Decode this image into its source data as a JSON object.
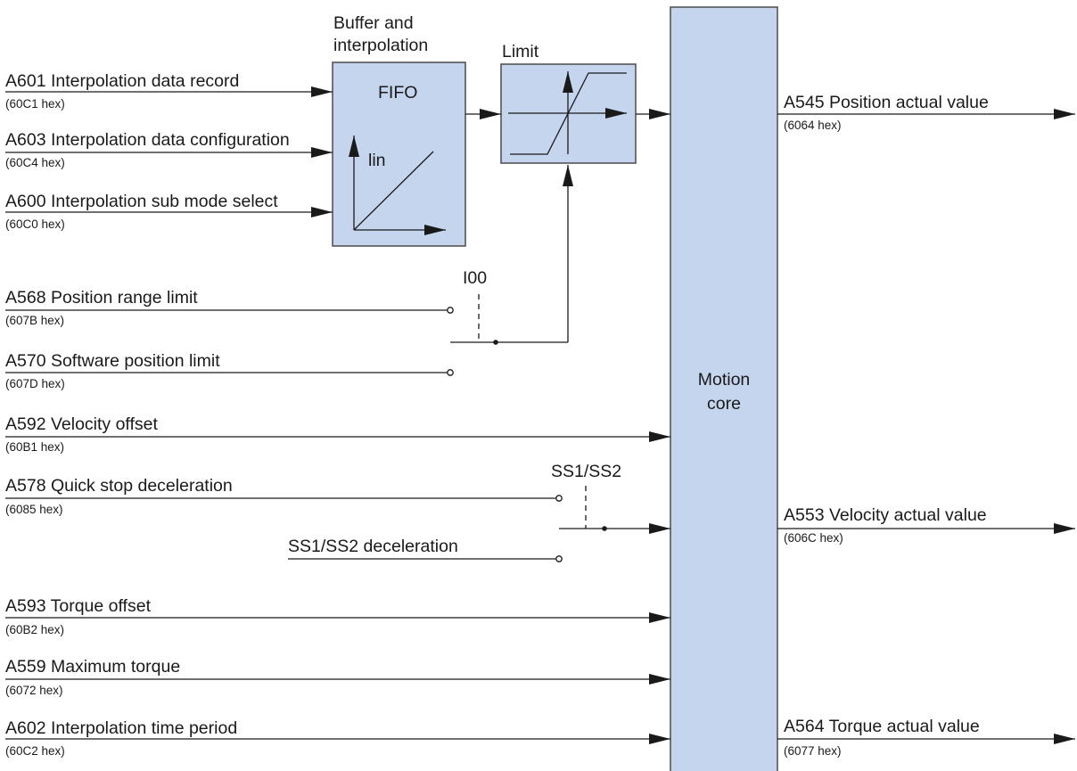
{
  "blocks": {
    "buffer_title_line1": "Buffer and",
    "buffer_title_line2": "interpolation",
    "fifo": "FIFO",
    "lin": "lin",
    "limit_title": "Limit",
    "motion_core_line1": "Motion",
    "motion_core_line2": "core"
  },
  "inputs": [
    {
      "label": "A601  Interpolation data record",
      "sub": "(60C1 hex)"
    },
    {
      "label": "A603  Interpolation data configuration",
      "sub": "(60C4 hex)"
    },
    {
      "label": "A600  Interpolation sub mode select",
      "sub": "(60C0 hex)"
    },
    {
      "label": "A568  Position range limit",
      "sub": "(607B hex)"
    },
    {
      "label": "A570  Software position limit",
      "sub": "(607D hex)"
    },
    {
      "label": "A592  Velocity offset",
      "sub": "(60B1 hex)"
    },
    {
      "label": "A578  Quick stop deceleration",
      "sub": "(6085 hex)"
    },
    {
      "label": "SS1/SS2 deceleration",
      "sub": ""
    },
    {
      "label": "A593 Torque offset",
      "sub": "(60B2 hex)"
    },
    {
      "label": "A559  Maximum torque",
      "sub": "(6072 hex)"
    },
    {
      "label": "A602  Interpolation time period",
      "sub": "(60C2 hex)"
    }
  ],
  "switches": {
    "i00": "I00",
    "ss1ss2": "SS1/SS2"
  },
  "outputs": [
    {
      "label": "A545  Position actual value",
      "sub": "(6064 hex)"
    },
    {
      "label": "A553  Velocity actual value",
      "sub": "(606C hex)"
    },
    {
      "label": "A564  Torque actual value",
      "sub": "(6077 hex)"
    }
  ]
}
